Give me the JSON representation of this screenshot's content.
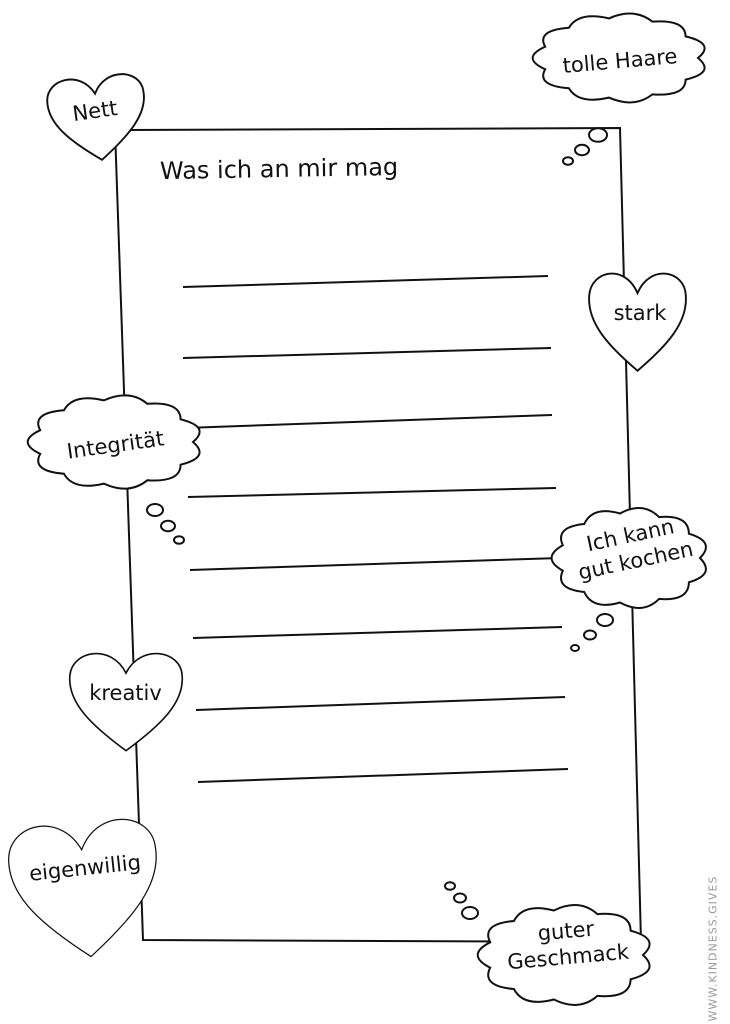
{
  "worksheet": {
    "title": "Was ich an mir mag",
    "writing_lines": 8
  },
  "hearts": [
    {
      "label": "Nett"
    },
    {
      "label": "stark"
    },
    {
      "label": "kreativ"
    },
    {
      "label": "eigenwillig"
    }
  ],
  "clouds": [
    {
      "label": "tolle Haare"
    },
    {
      "label": "Integrität"
    },
    {
      "label_line1": "Ich kann",
      "label_line2": "gut kochen"
    },
    {
      "label_line1": "guter",
      "label_line2": "Geschmack"
    }
  ],
  "watermark": "WWW.KINDNESS.GIVES"
}
